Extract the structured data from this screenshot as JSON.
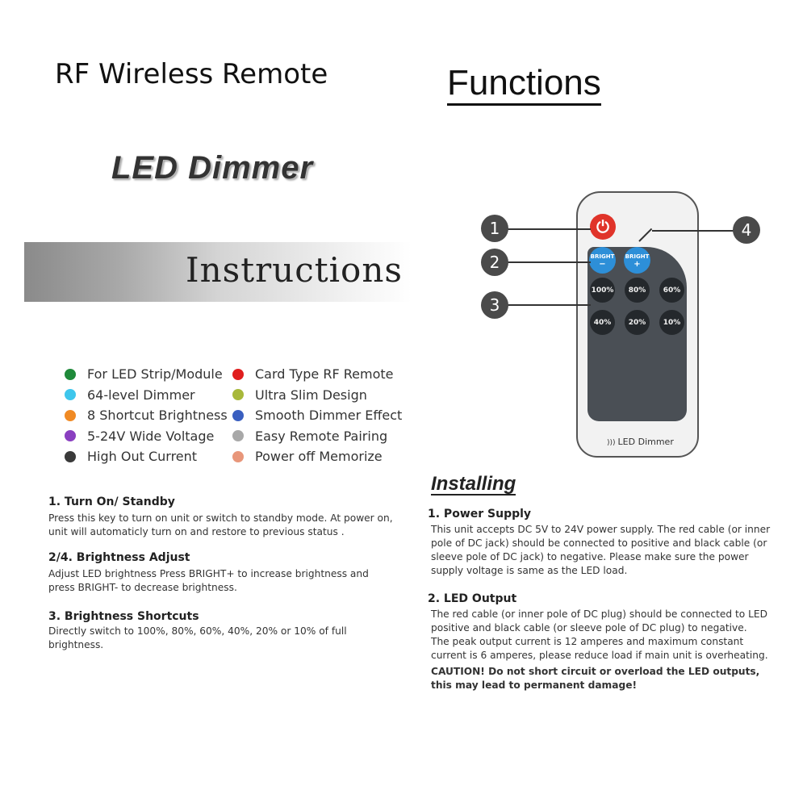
{
  "titles": {
    "rf": "RF Wireless Remote",
    "functions": "Functions",
    "led_dimmer": "LED Dimmer",
    "instructions": "Instructions"
  },
  "features": {
    "left": [
      {
        "text": "For LED Strip/Module",
        "color": "#1f8a3a"
      },
      {
        "text": "64-level Dimmer",
        "color": "#3ec6ec"
      },
      {
        "text": "8 Shortcut Brightness",
        "color": "#f08a24"
      },
      {
        "text": "5-24V Wide Voltage",
        "color": "#8a3fc0"
      },
      {
        "text": "High Out Current",
        "color": "#3a3a3a"
      }
    ],
    "right": [
      {
        "text": "Card Type RF Remote",
        "color": "#e01e1e"
      },
      {
        "text": "Ultra Slim Design",
        "color": "#a8b83a"
      },
      {
        "text": "Smooth Dimmer Effect",
        "color": "#3a5fc0"
      },
      {
        "text": "Easy Remote Pairing",
        "color": "#a8a8a8"
      },
      {
        "text": "Power off Memorize",
        "color": "#e8967a"
      }
    ]
  },
  "functions_list": [
    {
      "heading": "1. Turn On/ Standby",
      "body": "Press this key to turn on unit or switch to standby mode. At power on, unit will automaticly turn on and restore to previous status ."
    },
    {
      "heading": "2/4. Brightness Adjust",
      "body": "Adjust LED brightness Press BRIGHT+ to increase brightness and press BRIGHT- to decrease brightness."
    },
    {
      "heading": "3. Brightness Shortcuts",
      "body": "Directly switch to 100%, 80%, 60%, 40%, 20% or 10% of full brightness."
    }
  ],
  "installing": {
    "heading": "Installing",
    "power_supply": {
      "heading": "1. Power Supply",
      "body": "This unit accepts DC 5V to 24V power supply. The red cable (or inner pole of DC jack) should be connected to positive and black cable (or sleeve pole of DC jack) to negative. Please make sure the power supply voltage is same as the LED load."
    },
    "led_output": {
      "heading": "2. LED Output",
      "body1": "The red cable (or inner pole of DC plug) should be connected to LED positive and black cable (or sleeve pole of DC plug) to negative.",
      "body2": "The peak output current is 12 amperes and maximum constant current is 6 amperes, please reduce load if main unit is overheating.",
      "caution": "CAUTION! Do not short circuit or overload the LED outputs, this may lead to permanent damage!"
    }
  },
  "remote": {
    "power_icon": "⏻",
    "bright_minus": [
      "BRIGHT",
      "−"
    ],
    "bright_plus": [
      "BRIGHT",
      "+"
    ],
    "percent_buttons": [
      "100%",
      "80%",
      "60%",
      "40%",
      "20%",
      "10%"
    ],
    "label": "LED Dimmer",
    "label_icon": "wifi-icon"
  },
  "callouts": [
    "1",
    "2",
    "3",
    "4"
  ]
}
